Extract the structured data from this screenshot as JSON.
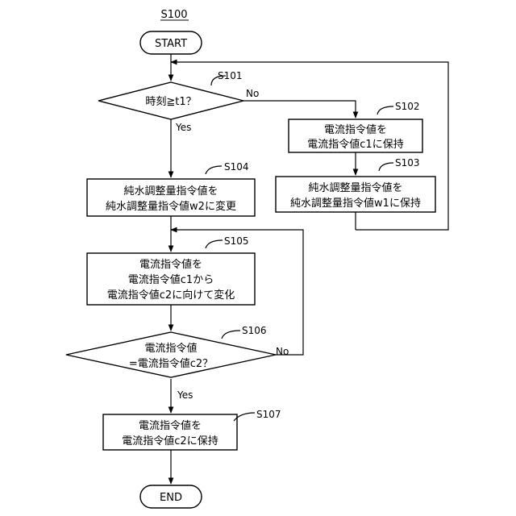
{
  "diagram_id": "S100",
  "start": "START",
  "end": "END",
  "yes": "Yes",
  "no": "No",
  "steps": {
    "s101": {
      "id": "S101",
      "lines": [
        "時刻≧t1？"
      ]
    },
    "s102": {
      "id": "S102",
      "lines": [
        "電流指令値を",
        "電流指令値c1に保持"
      ]
    },
    "s103": {
      "id": "S103",
      "lines": [
        "純水調整量指令値を",
        "純水調整量指令値w1に保持"
      ]
    },
    "s104": {
      "id": "S104",
      "lines": [
        "純水調整量指令値を",
        "純水調整量指令値w2に変更"
      ]
    },
    "s105": {
      "id": "S105",
      "lines": [
        "電流指令値を",
        "電流指令値c1から",
        "電流指令値c2に向けて変化"
      ]
    },
    "s106": {
      "id": "S106",
      "lines": [
        "電流指令値",
        "=電流指令値c2？"
      ]
    },
    "s107": {
      "id": "S107",
      "lines": [
        "電流指令値を",
        "電流指令値c2に保持"
      ]
    }
  }
}
